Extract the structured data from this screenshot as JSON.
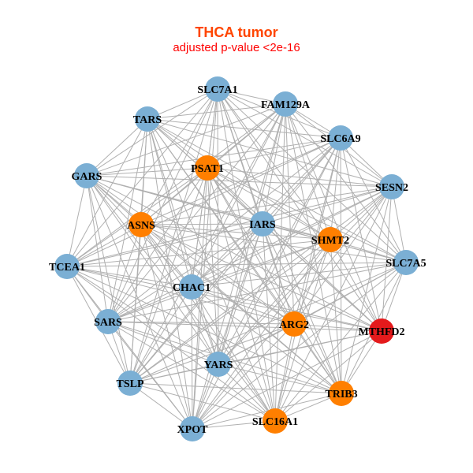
{
  "title": "THCA tumor",
  "subtitle": "adjusted p-value <2e-16",
  "colors": {
    "title": "#ff4500",
    "subtitle": "#ff0000",
    "edge": "#b0b0b0",
    "blue": "#7bafd4",
    "orange": "#ff7f00",
    "red": "#e41a1c"
  },
  "nodes": [
    {
      "name": "SLC7A1",
      "group": "blue"
    },
    {
      "name": "FAM129A",
      "group": "blue"
    },
    {
      "name": "TARS",
      "group": "blue"
    },
    {
      "name": "SLC6A9",
      "group": "blue"
    },
    {
      "name": "PSAT1",
      "group": "orange"
    },
    {
      "name": "GARS",
      "group": "blue"
    },
    {
      "name": "SESN2",
      "group": "blue"
    },
    {
      "name": "ASNS",
      "group": "orange"
    },
    {
      "name": "IARS",
      "group": "blue"
    },
    {
      "name": "SHMT2",
      "group": "orange"
    },
    {
      "name": "TCEA1",
      "group": "blue"
    },
    {
      "name": "SLC7A5",
      "group": "blue"
    },
    {
      "name": "CHAC1",
      "group": "blue"
    },
    {
      "name": "SARS",
      "group": "blue"
    },
    {
      "name": "ARG2",
      "group": "orange"
    },
    {
      "name": "MTHFD2",
      "group": "red"
    },
    {
      "name": "YARS",
      "group": "blue"
    },
    {
      "name": "TSLP",
      "group": "blue"
    },
    {
      "name": "TRIB3",
      "group": "orange"
    },
    {
      "name": "XPOT",
      "group": "blue"
    },
    {
      "name": "SLC16A1",
      "group": "orange"
    }
  ]
}
